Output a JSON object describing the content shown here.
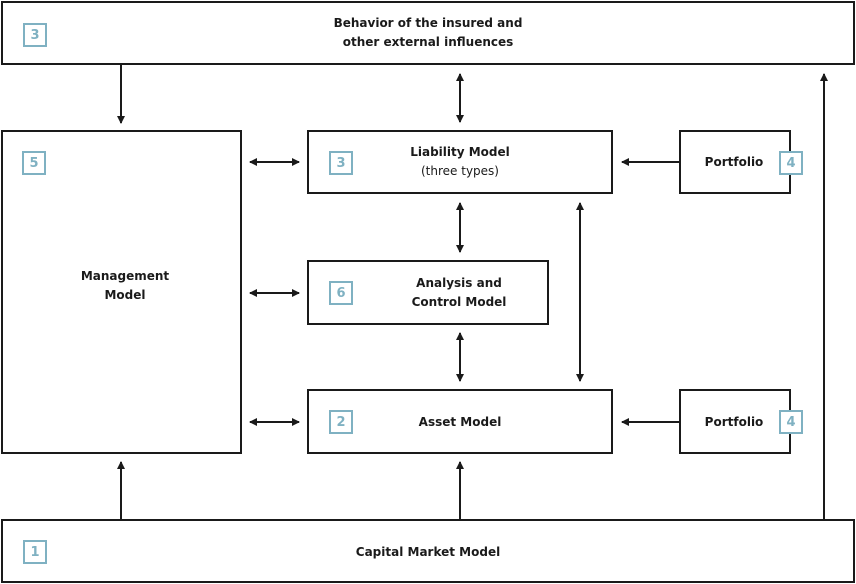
{
  "diagram": {
    "accent_color": "#7fb1c2",
    "line_color": "#1a1a1a",
    "behavior": {
      "number": "3",
      "line1": "Behavior of the insured and",
      "line2": "other external influences"
    },
    "management": {
      "number": "5",
      "line1": "Management",
      "line2": "Model"
    },
    "liability": {
      "number": "3",
      "line1": "Liability Model",
      "line2": "(three types)"
    },
    "analysis": {
      "number": "6",
      "line1": "Analysis and",
      "line2": "Control Model"
    },
    "asset": {
      "number": "2",
      "label": "Asset Model"
    },
    "portfolio_top": {
      "number": "4",
      "label": "Portfolio"
    },
    "portfolio_bottom": {
      "number": "4",
      "label": "Portfolio"
    },
    "capital": {
      "number": "1",
      "label": "Capital Market Model"
    }
  }
}
